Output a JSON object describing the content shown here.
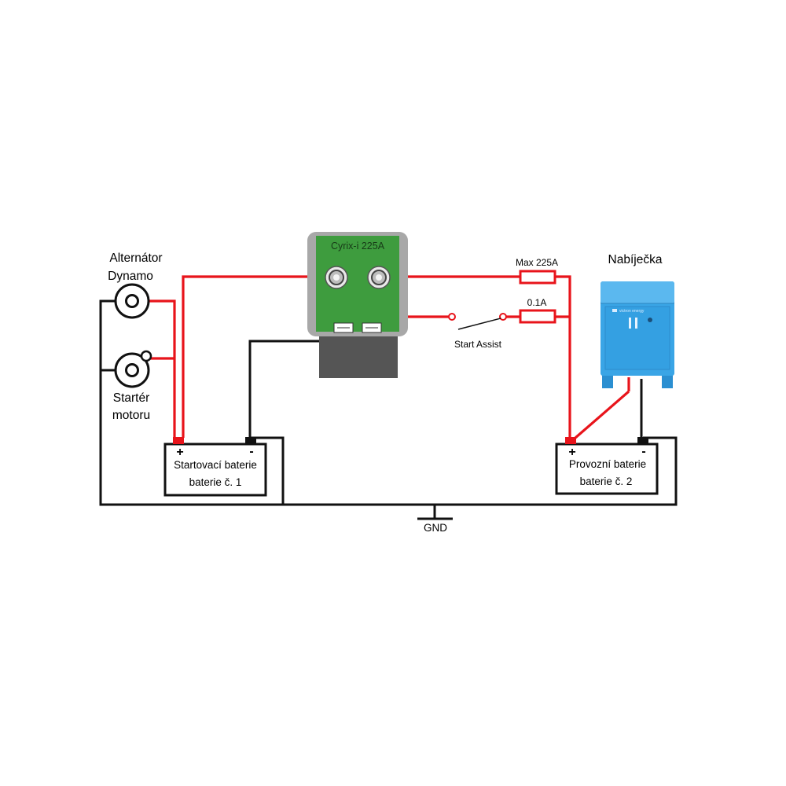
{
  "colors": {
    "positive_wire": "#e8141b",
    "ground_wire": "#111111",
    "cyrix_board": "#3e9c3e",
    "cyrix_case": "#a8a8a8",
    "cyrix_base": "#555555",
    "charger_blue": "#3aa5e6"
  },
  "labels": {
    "alternator": [
      "Alternátor",
      "Dynamo"
    ],
    "starter": [
      "Startér",
      "motoru"
    ],
    "charger": "Nabíječka",
    "cyrix": "Cyrix-i 225A",
    "fuse_main": "Max 225A",
    "fuse_small": "0.1A",
    "start_assist": "Start Assist",
    "gnd": "GND",
    "charger_brand": "victron energy"
  },
  "battery1": {
    "plus": "+",
    "minus": "-",
    "line1": "Startovací baterie",
    "line2": "baterie č. 1"
  },
  "battery2": {
    "plus": "+",
    "minus": "-",
    "line1": "Provozní baterie",
    "line2": "baterie č. 2"
  }
}
